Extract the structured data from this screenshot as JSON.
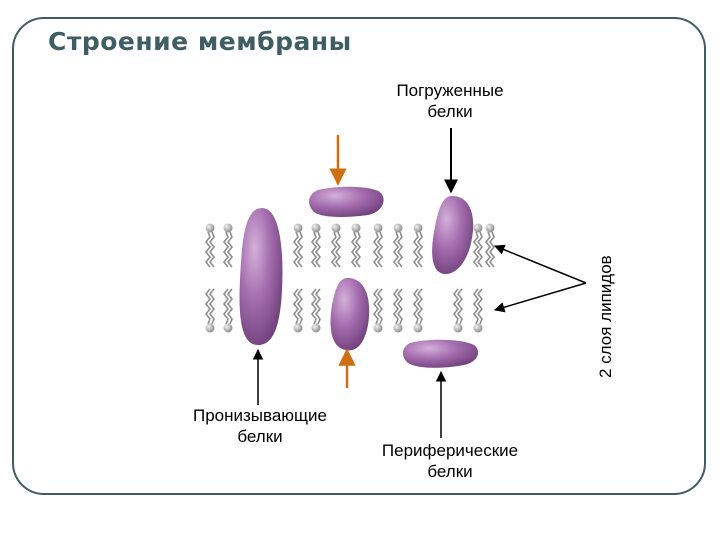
{
  "title": "Строение мембраны",
  "labels": {
    "submerged_line1": "Погруженные",
    "submerged_line2": "белки",
    "transmembrane_line1": "Пронизывающие",
    "transmembrane_line2": "белки",
    "peripheral_line1": "Периферические",
    "peripheral_line2": "белки",
    "bilayer": "2 слоя липидов"
  },
  "colors": {
    "frame": "#3f5e64",
    "protein": "#9c63a6",
    "protein_highlight": "#c9a2cf",
    "protein_shadow": "#6e3d78",
    "lipid_head": "#b4b4b4",
    "arrow_black": "#000000",
    "arrow_orange": "#cf6f12"
  }
}
